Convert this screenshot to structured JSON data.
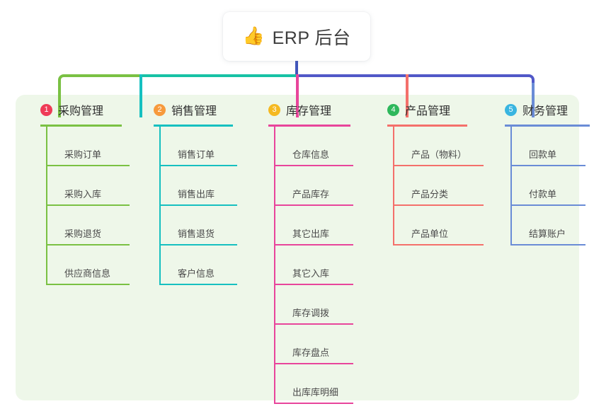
{
  "root": {
    "icon": "thumbs-up-icon",
    "icon_glyph": "👍",
    "title": "ERP 后台"
  },
  "palette": {
    "panel_bg": "#eef7e9",
    "card_bg": "#ffffff",
    "stem_center": "#4156bb",
    "bar_left": "#7ac143",
    "bar_mid": "#17c2a5",
    "bar_right": "#5158c8"
  },
  "columns": [
    {
      "number": "1",
      "label": "采购管理",
      "badge_color": "#ef3b57",
      "line_color": "#7ac143",
      "drop_color": "#7ac143",
      "items": [
        {
          "label": "采购订单"
        },
        {
          "label": "采购入库"
        },
        {
          "label": "采购退货"
        },
        {
          "label": "供应商信息"
        }
      ]
    },
    {
      "number": "2",
      "label": "销售管理",
      "badge_color": "#f79a3c",
      "line_color": "#16c0c0",
      "drop_color": "#16c0c0",
      "items": [
        {
          "label": "销售订单"
        },
        {
          "label": "销售出库"
        },
        {
          "label": "销售退货"
        },
        {
          "label": "客户信息"
        }
      ]
    },
    {
      "number": "3",
      "label": "库存管理",
      "badge_color": "#f5b921",
      "line_color": "#e8459b",
      "drop_color": "#e8459b",
      "items": [
        {
          "label": "仓库信息"
        },
        {
          "label": "产品库存"
        },
        {
          "label": "其它出库"
        },
        {
          "label": "其它入库"
        },
        {
          "label": "库存调拨"
        },
        {
          "label": "库存盘点"
        },
        {
          "label": "出库库明细"
        }
      ]
    },
    {
      "number": "4",
      "label": "产品管理",
      "badge_color": "#2eb85c",
      "line_color": "#f4706b",
      "drop_color": "#f4706b",
      "items": [
        {
          "label": "产品（物料）"
        },
        {
          "label": "产品分类"
        },
        {
          "label": "产品单位"
        }
      ]
    },
    {
      "number": "5",
      "label": "财务管理",
      "badge_color": "#39b5e0",
      "line_color": "#6a8cd6",
      "drop_color": "#6a8cd6",
      "items": [
        {
          "label": "回款单"
        },
        {
          "label": "付款单"
        },
        {
          "label": "结算账户"
        }
      ]
    }
  ]
}
